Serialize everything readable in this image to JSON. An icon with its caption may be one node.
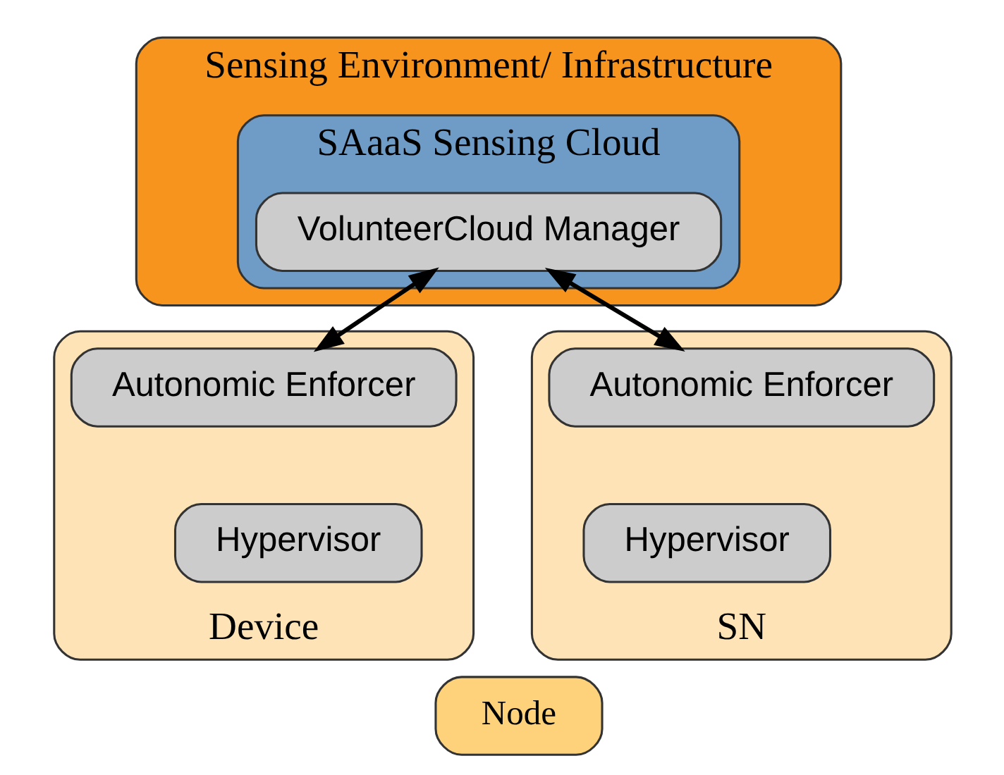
{
  "diagram": {
    "nodes": [
      {
        "text": [
          "Sensing Environment/ Infrastructure"
        ]
      },
      {
        "text": [
          "Node"
        ]
      },
      {
        "text": [
          "SAaaS Sensing Cloud"
        ],
        "in": 0
      },
      {
        "text": [
          "VolunteerCloud Manager"
        ],
        "in": 2
      },
      {
        "text": [
          "Device"
        ]
      },
      {
        "text": [
          "Autonomic Enforcer"
        ],
        "in": 4
      },
      {
        "text": [
          "Hypervisor"
        ],
        "in": 4
      },
      {
        "text": [
          "SN"
        ]
      },
      {
        "text": [
          "Autonomic Enforcer"
        ],
        "in": 7
      },
      {
        "text": [
          "Hypervisor"
        ],
        "in": 7
      }
    ],
    "edges": [
      {
        "from": 3,
        "to": 5,
        "arrow": "both"
      },
      {
        "from": 3,
        "to": 8,
        "arrow": "both"
      }
    ]
  }
}
